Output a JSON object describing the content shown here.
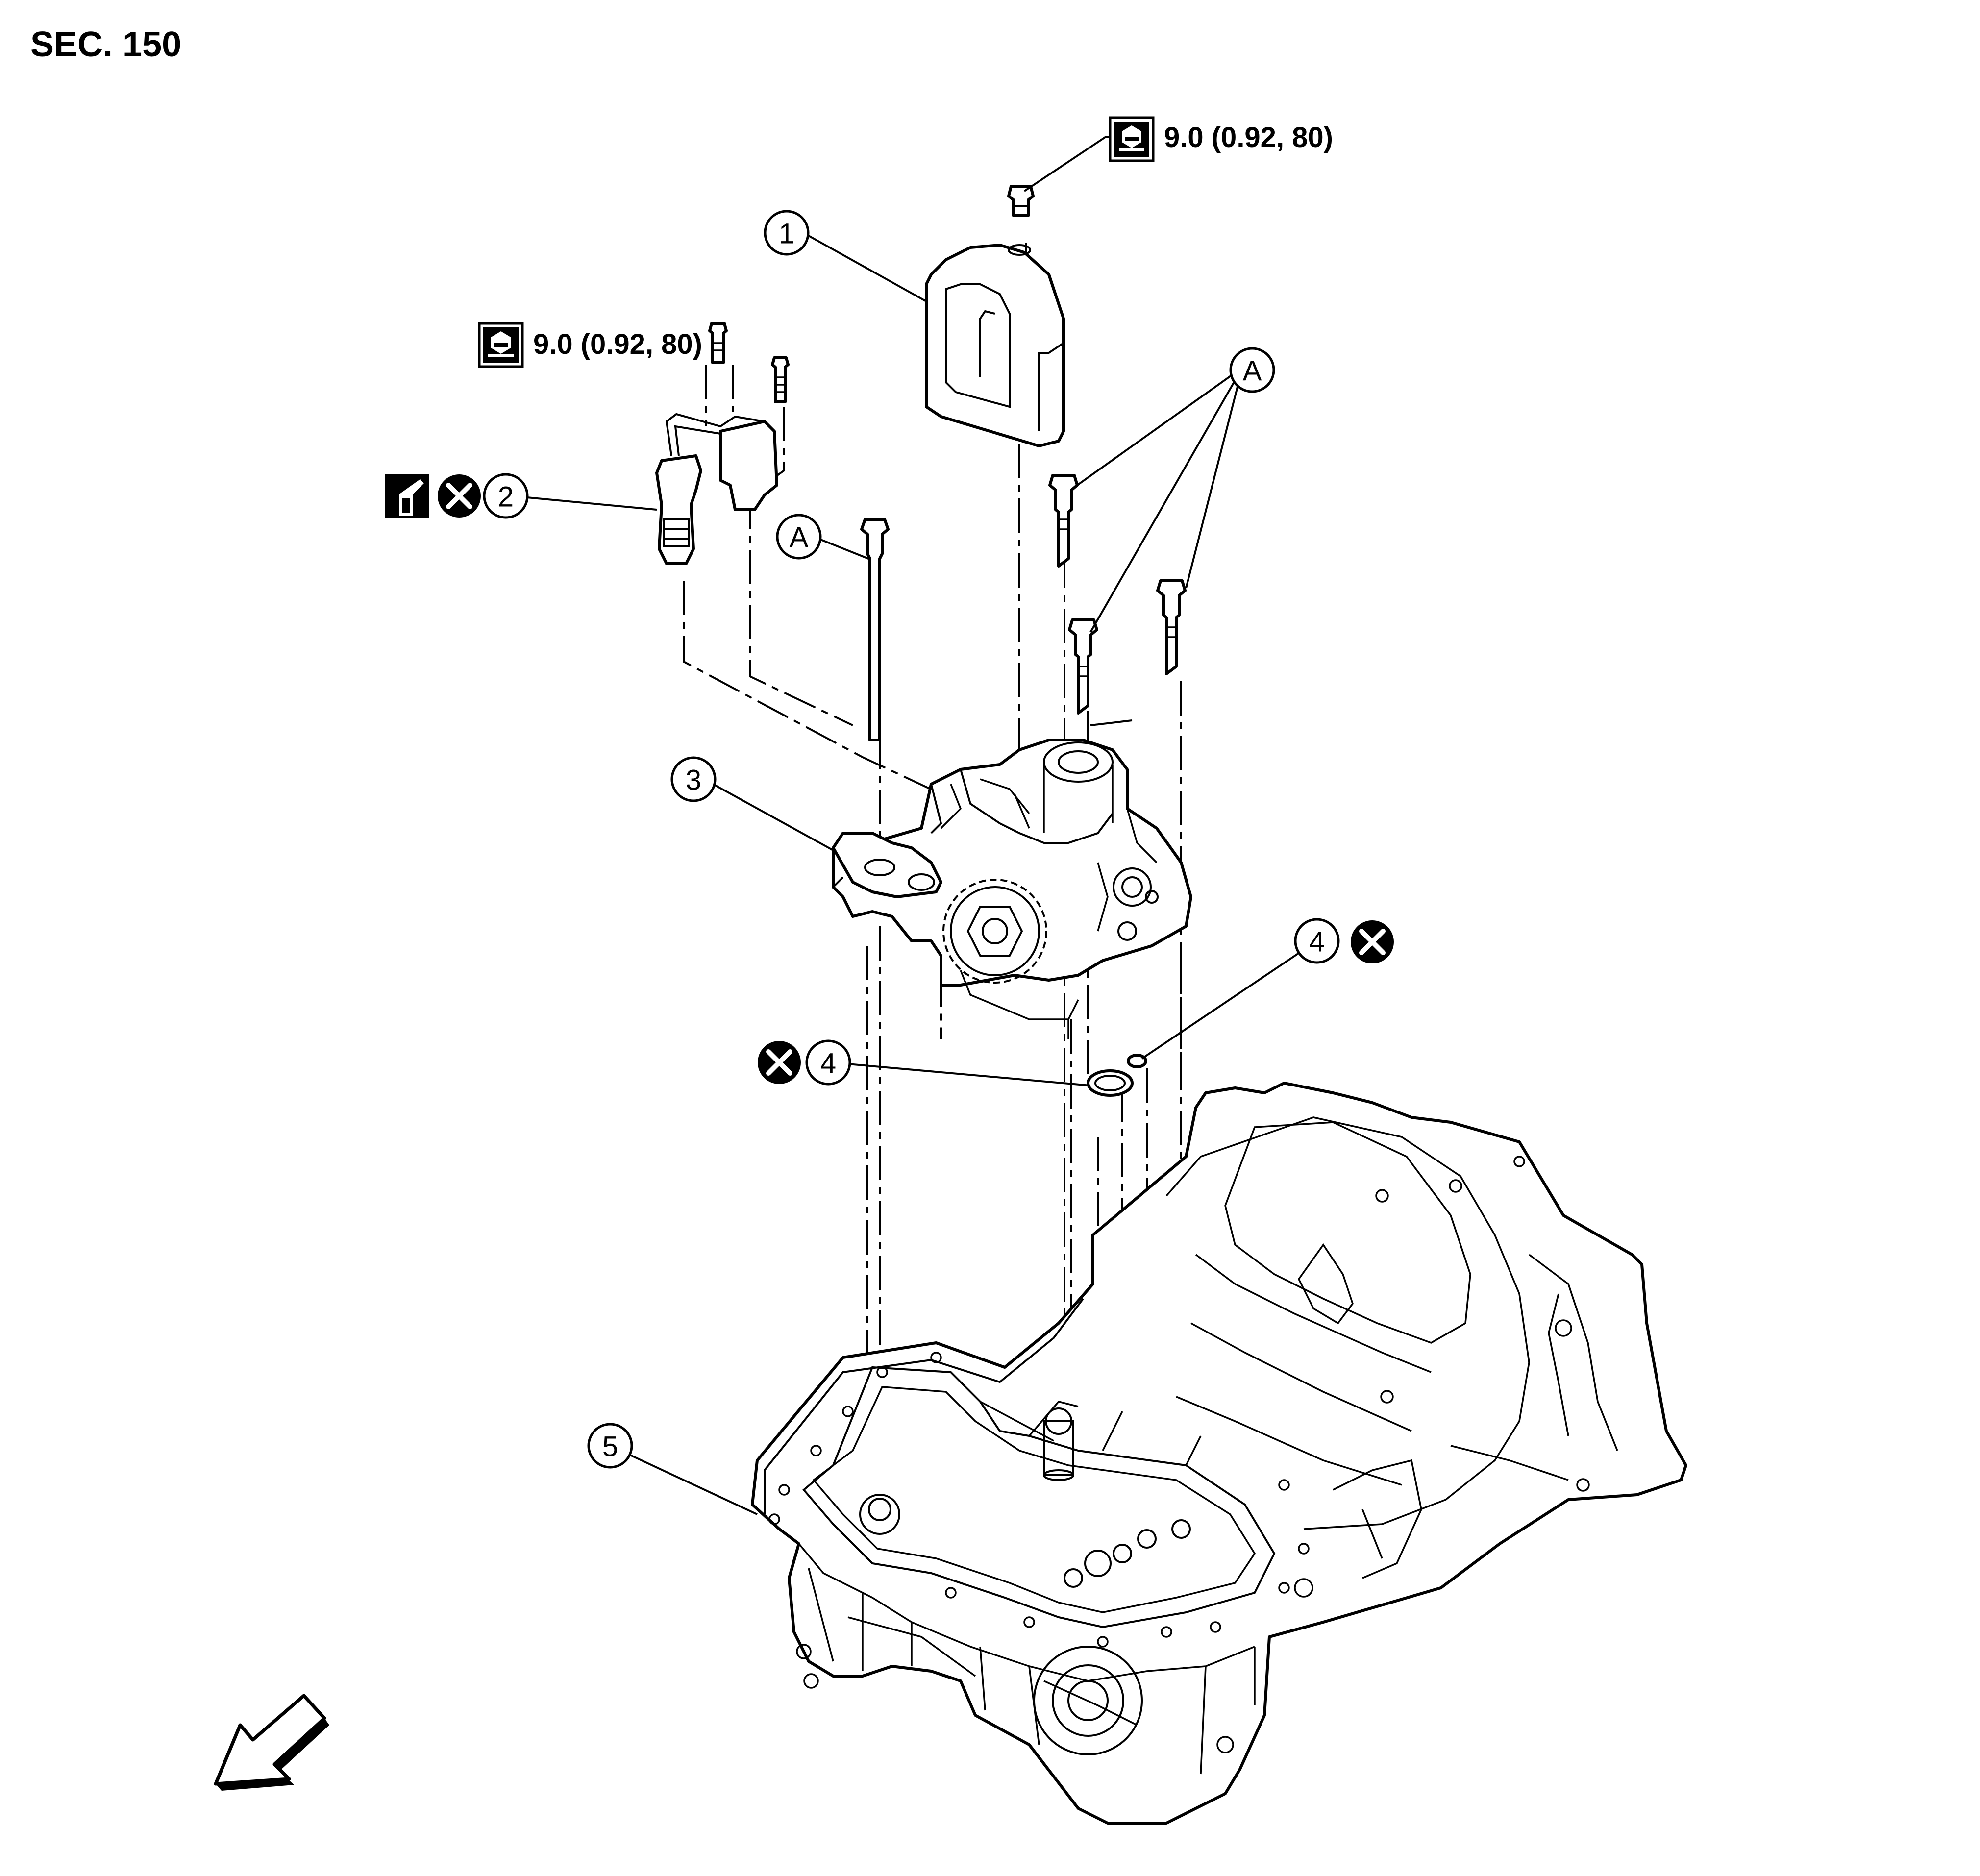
{
  "section_label": "SEC. 150",
  "torque_labels": {
    "cover_bolt": "9.0 (0.92, 80)",
    "sensor_bolt": "9.0 (0.92, 80)"
  },
  "callouts": {
    "c1": "1",
    "c2": "2",
    "c3": "3",
    "c4_right": "4",
    "c4_left": "4",
    "c5": "5",
    "a_top": "A",
    "a_left": "A"
  },
  "icons": {
    "torque": "tightening-torque-icon",
    "liquid_gasket": "apply-liquid-gasket-icon",
    "do_not_reuse": "do-not-reuse-icon",
    "front_arrow": "front-direction-arrow-icon"
  }
}
